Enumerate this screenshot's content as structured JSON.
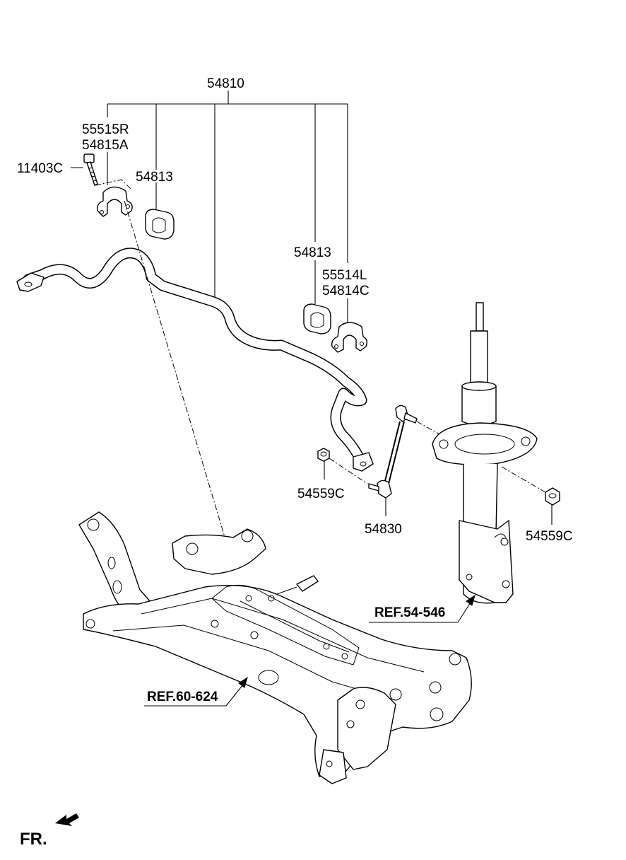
{
  "diagram": {
    "labels": {
      "assembly": "54810",
      "bracket_r": "55515R",
      "bracket_r_sub": "54815A",
      "bolt": "11403C",
      "bushing_left": "54813",
      "bushing_right": "54813",
      "bracket_l": "55514L",
      "bracket_l_sub": "54814C",
      "nut_left": "54559C",
      "link": "54830",
      "nut_right": "54559C"
    },
    "refs": {
      "strut": "REF.54-546",
      "subframe": "REF.60-624"
    },
    "direction": "FR."
  }
}
